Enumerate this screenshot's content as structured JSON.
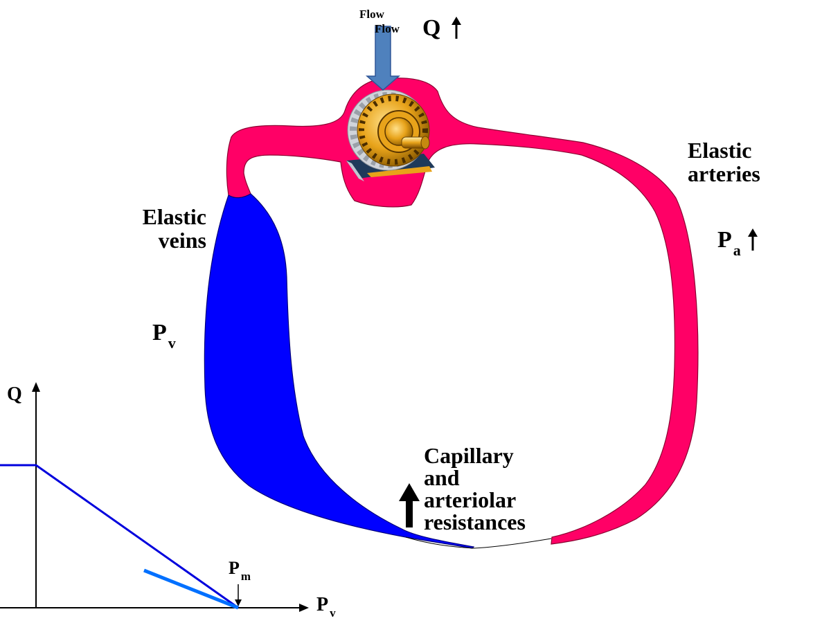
{
  "labels": {
    "flow_top": "Flow",
    "flow_bottom": "Flow",
    "q_main": "Q",
    "elastic_arteries": [
      "Elastic",
      "arteries"
    ],
    "elastic_veins": [
      "Elastic",
      "veins"
    ],
    "pa_main": "P",
    "pa_sub": "a",
    "pv_main": "P",
    "pv_sub": "v",
    "capillary": [
      "Capillary",
      "and",
      "arteriolar",
      "resistances"
    ]
  },
  "graph": {
    "y_axis_label": "Q",
    "x_axis_label_main": "P",
    "x_axis_label_sub": "v",
    "pm_label_main": "P",
    "pm_label_sub": "m"
  },
  "colors": {
    "artery": "#ff0066",
    "vein": "#0000ff",
    "flow_arrow": "#4f81bd",
    "graph_line": "#0000dd",
    "graph_line_alt": "#0070ff",
    "motor_gold": "#e8a31a",
    "motor_dark": "#1f3a5a"
  },
  "icons": {
    "pump": "motor-pump-icon",
    "flow": "flow-down-arrow-icon",
    "increase": "up-arrow-icon"
  }
}
